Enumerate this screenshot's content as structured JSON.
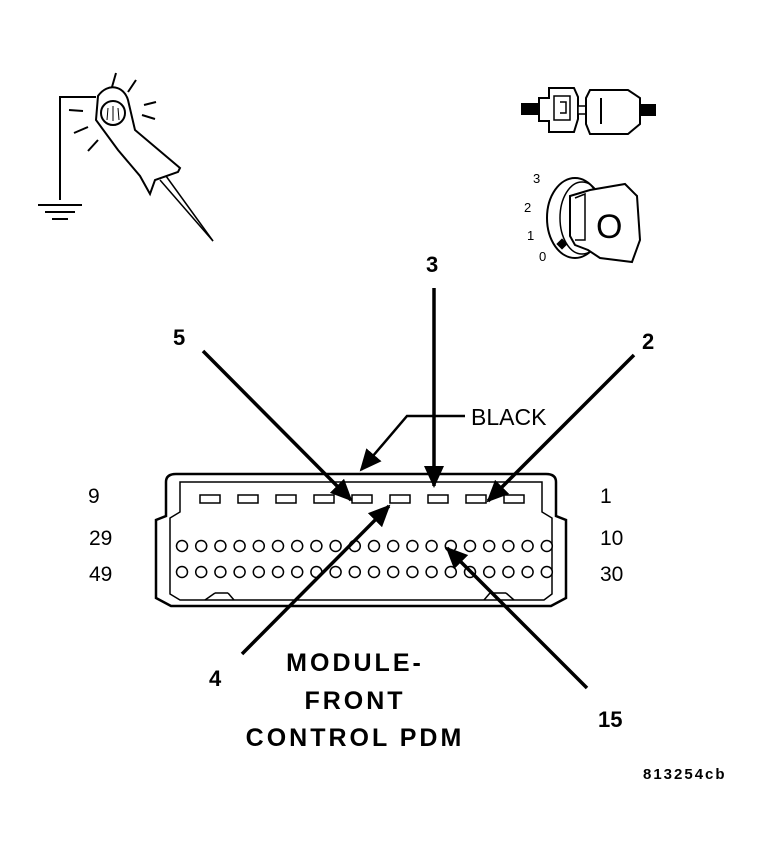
{
  "callouts": {
    "c3": "3",
    "c5": "5",
    "c2": "2",
    "c4": "4",
    "c15": "15"
  },
  "wire_color_label": "BLACK",
  "pin_labels": {
    "row1_left": "9",
    "row1_right": "1",
    "row2_left": "29",
    "row2_right": "10",
    "row3_left": "49",
    "row3_right": "30"
  },
  "ignition_positions": [
    "3",
    "2",
    "1",
    "0"
  ],
  "ignition_key_text": "O",
  "title_lines": [
    "MODULE-",
    "FRONT",
    "CONTROL PDM"
  ],
  "figure_ref": "813254cb",
  "colors": {
    "ink": "#000000",
    "paper": "#ffffff"
  }
}
